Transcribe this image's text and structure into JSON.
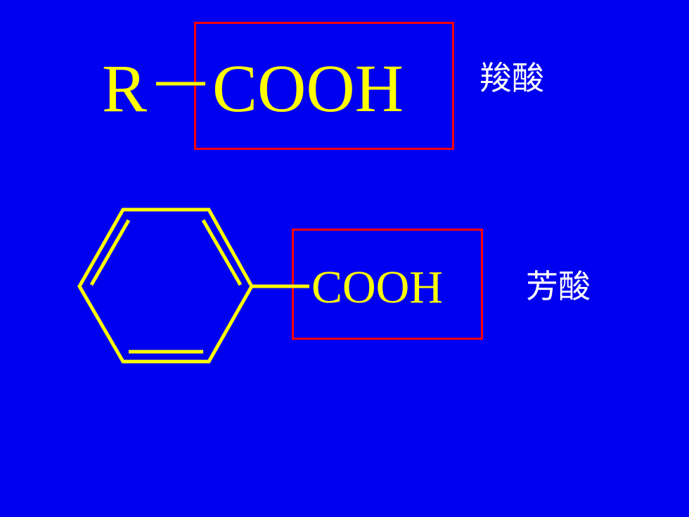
{
  "colors": {
    "background": "#0000f0",
    "formula": "#ffff00",
    "label": "#ffffff",
    "highlight": "#ff0000"
  },
  "row1": {
    "r_group": "R",
    "functional_group": "COOH",
    "label": "羧酸"
  },
  "row2": {
    "functional_group": "COOH",
    "label": "芳酸",
    "ring": "benzene-ring"
  }
}
